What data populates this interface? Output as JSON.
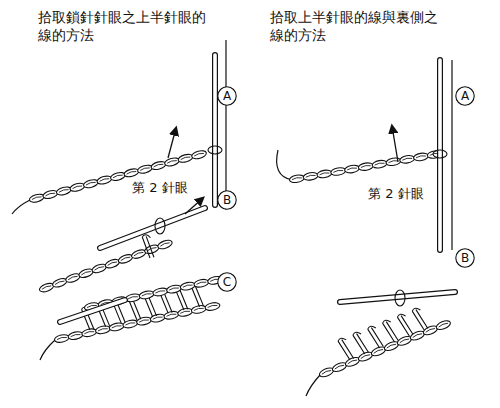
{
  "diagram": {
    "nodes": [
      {
        "text": [
          "A"
        ]
      },
      {
        "text": [
          "B"
        ]
      },
      {
        "text": [
          "C"
        ]
      },
      {
        "text": [
          "A"
        ]
      },
      {
        "text": [
          "B"
        ]
      }
    ],
    "labels": [
      "拾取鎖針針眼之上半針眼的 線的方法",
      "拾取上半針眼的線與裏側之 線的方法",
      "第 2 針眼",
      "第 2 針眼"
    ]
  }
}
